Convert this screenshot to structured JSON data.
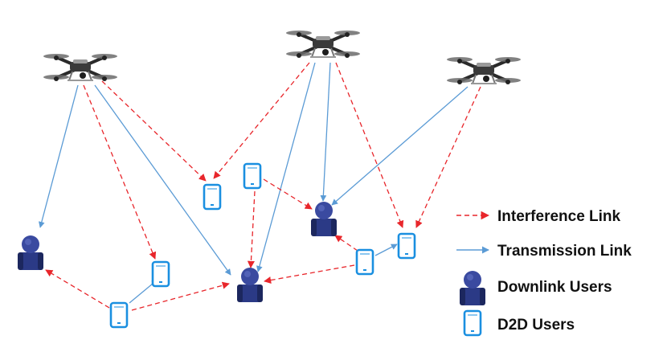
{
  "legend": {
    "interference": "Interference Link",
    "transmission": "Transmission Link",
    "downlink_users": "Downlink Users",
    "d2d_users": "D2D Users"
  },
  "colors": {
    "interference": "#e8262b",
    "transmission": "#5b9bd5",
    "phone": "#1a8fe0",
    "user_body": "#2b3a86",
    "user_dark": "#1c275e",
    "drone_body": "#3a3a3a"
  },
  "icons": {
    "drone": "quadcopter-drone-icon",
    "user": "downlink-user-icon",
    "phone": "d2d-phone-icon"
  }
}
